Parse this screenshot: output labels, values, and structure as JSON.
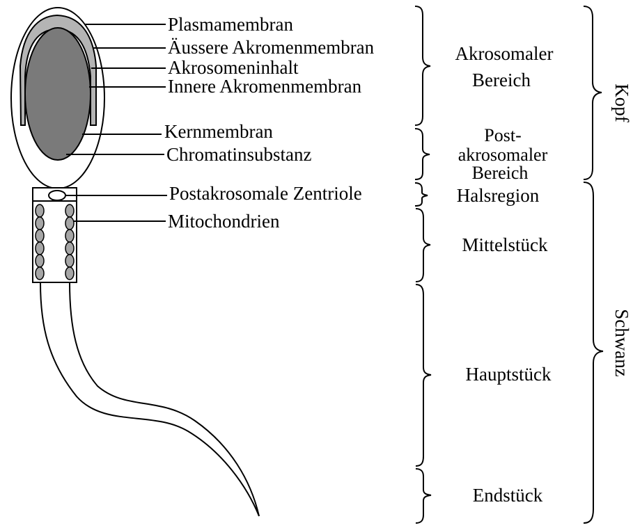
{
  "labels": {
    "plasmamembran": "Plasmamembran",
    "aeussere_akromenmembran": "Äussere Akromenmembran",
    "akrosomeninhalt": "Akrosomeninhalt",
    "innere_akromenmembran": "Innere Akromenmembran",
    "kernmembran": "Kernmembran",
    "chromatinsubstanz": "Chromatinsubstanz",
    "postakrosomale_zentriole": "Postakrosomale Zentriole",
    "mitochondrien": "Mitochondrien"
  },
  "regions": {
    "akrosomaler_line1": "Akrosomaler",
    "akrosomaler_line2": "Bereich",
    "post_line1": "Post-",
    "post_line2": "akrosomaler",
    "post_line3": "Bereich",
    "halsregion": "Halsregion",
    "mittelstueck": "Mittelstück",
    "hauptstueck": "Hauptstück",
    "endstueck": "Endstück"
  },
  "groups": {
    "kopf": "Kopf",
    "schwanz": "Schwanz"
  },
  "colors": {
    "acrosome": "#b4b4b4",
    "nucleus": "#7a7a7a",
    "mitochondria": "#a6a6a6",
    "outline": "#000000"
  }
}
